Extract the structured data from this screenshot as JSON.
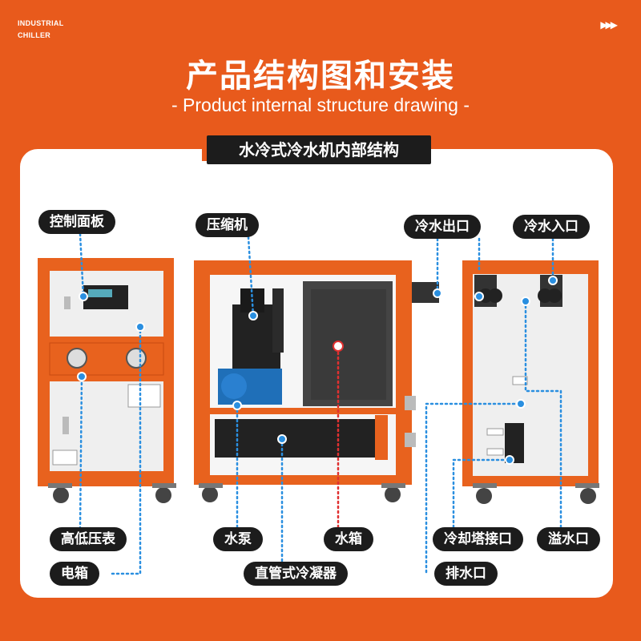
{
  "brand": {
    "line1": "INDUSTRIAL",
    "line2": "CHILLER"
  },
  "header": {
    "title": "产品结构图和安装",
    "subtitle": "- Product internal structure drawing -",
    "section": "水冷式冷水机内部结构"
  },
  "labels": {
    "control_panel": "控制面板",
    "compressor": "压缩机",
    "cold_water_out": "冷水出口",
    "cold_water_in": "冷水入口",
    "pressure_gauge": "高低压表",
    "electric_box": "电箱",
    "pump": "水泵",
    "water_tank": "水箱",
    "condenser": "直管式冷凝器",
    "cooling_tower_port": "冷却塔接口",
    "overflow_port": "溢水口",
    "drain_port": "排水口"
  },
  "colors": {
    "accent": "#e85a1c",
    "dark": "#1c1c1c",
    "pointer": "#2a8fe0"
  }
}
